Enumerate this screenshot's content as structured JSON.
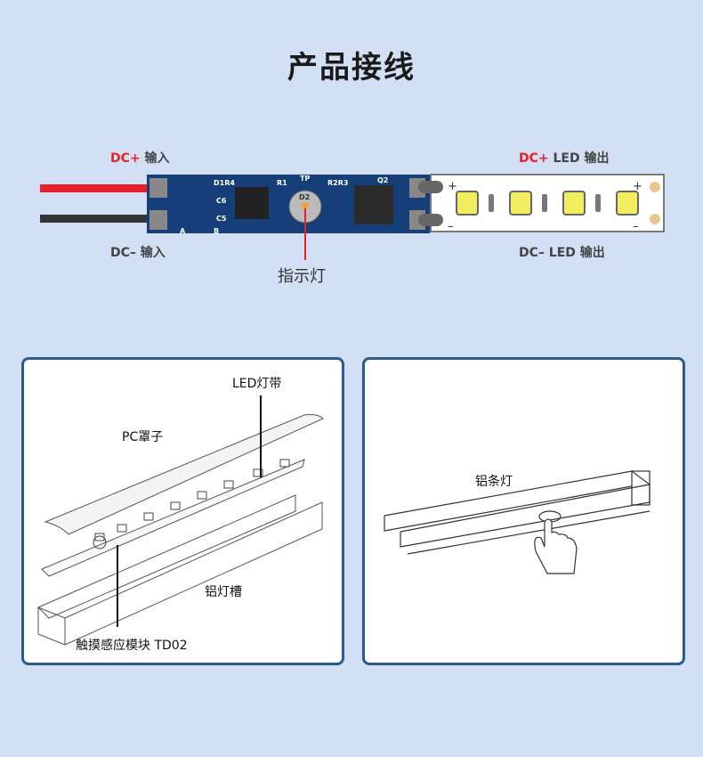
{
  "title": "产品接线",
  "wiring": {
    "dc_plus_in": {
      "tag": "DC+",
      "text": "输入"
    },
    "dc_minus_in": "DC– 输入",
    "dc_plus_out": {
      "tag": "DC+",
      "text": "LED 输出"
    },
    "dc_minus_out": "DC– LED 输出",
    "indicator": "指示灯",
    "pcb_labels": [
      "D1R4",
      "R1",
      "TP",
      "R2R3",
      "Q2",
      "C6",
      "C5",
      "A",
      "B",
      "D2"
    ],
    "strip_plus": "+",
    "strip_minus": "–"
  },
  "panel_left": {
    "led_strip": "LED灯带",
    "pc_cover": "PC罩子",
    "aluminum_channel": "铝灯槽",
    "touch_module": "触摸感应模块 TD02"
  },
  "panel_right": {
    "aluminum_light": "铝条灯"
  },
  "colors": {
    "background": "#d3dff4",
    "panel_border": "#2b5b8c",
    "accent_red": "#e8202a",
    "pcb_blue": "#163f7a"
  }
}
